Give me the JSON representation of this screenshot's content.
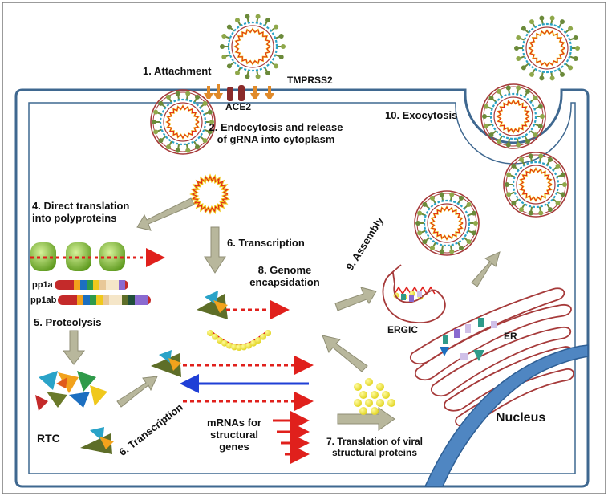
{
  "steps": {
    "attachment": "1. Attachment",
    "endocytosis": "2. Endocytosis and release of gRNA into cytoplasm",
    "direct_translation": "4. Direct translation into polyproteins",
    "proteolysis": "5. Proteolysis",
    "transcription_top": "6. Transcription",
    "transcription_bottom": "6. Transcription",
    "translation_structural": "7. Translation of viral structural proteins",
    "genome_encapsidation": "8. Genome encapsidation",
    "assembly": "9. Assembly",
    "exocytosis": "10. Exocytosis"
  },
  "labels": {
    "tmprss2": "TMPRSS2",
    "ace2": "ACE2",
    "pp1a": "pp1a",
    "pp1ab": "pp1ab",
    "rtc": "RTC",
    "mrnas": "mRNAs for structural genes",
    "ergic": "ERGIC",
    "er": "ER",
    "nucleus": "Nucleus"
  },
  "colors": {
    "membrane": "#3f6890",
    "rna": "#e0201c",
    "capsid_fill": "#fde84a",
    "arrow_gray": "#b8b79c",
    "arrow_blue": "#1f3fd6",
    "ribosome": "#8fca3c",
    "nucleus": "#4f86c2",
    "vesicle": "#a63a3a"
  }
}
